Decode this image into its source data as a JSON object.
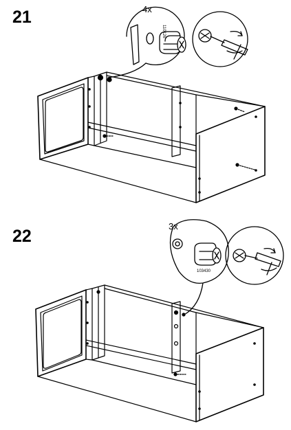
{
  "steps": [
    {
      "number": "21",
      "quantity": "4x",
      "part_code": "110126"
    },
    {
      "number": "22",
      "quantity": "3x",
      "part_code": "103430"
    }
  ]
}
